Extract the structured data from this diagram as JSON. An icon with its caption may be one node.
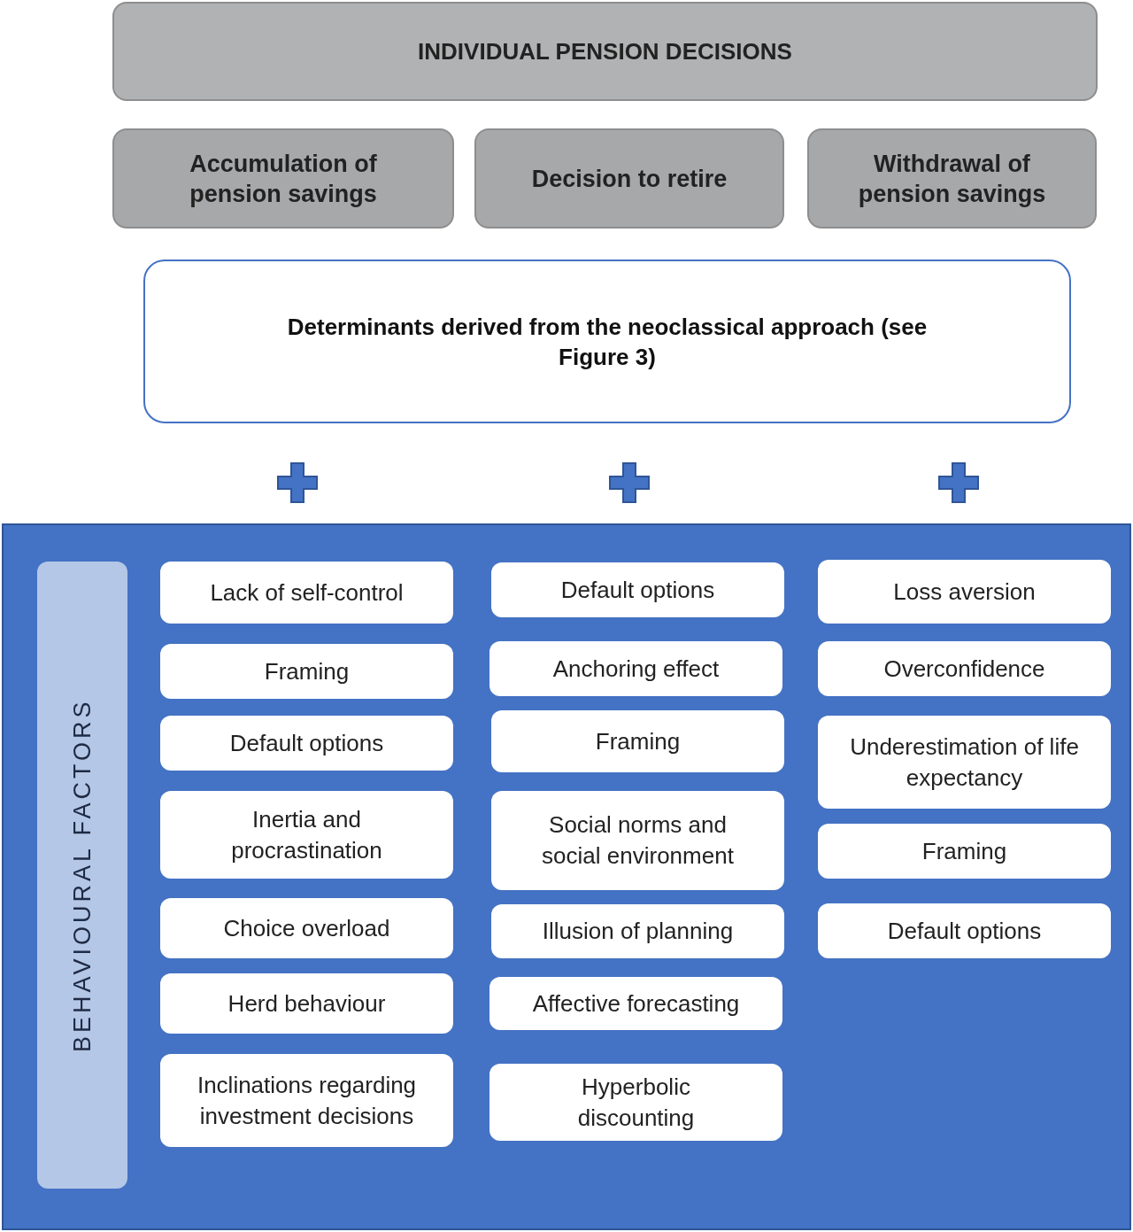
{
  "diagram": {
    "nodes": [
      {
        "text": [
          "INDIVIDUAL PENSION DECISIONS"
        ]
      },
      {
        "text": [
          "Accumulation of pension savings"
        ]
      },
      {
        "text": [
          "Decision to retire"
        ]
      },
      {
        "text": [
          "Withdrawal of pension savings"
        ]
      },
      {
        "text": [
          "Determinants derived from the neoclassical approach (see Figure 3)"
        ]
      },
      {
        "text": [],
        "shape": "box"
      },
      {
        "text": [
          "BEHAVIOURAL FACTORS"
        ],
        "in": 5
      },
      {
        "text": [
          "Lack of self-control"
        ],
        "in": 5
      },
      {
        "text": [
          "Framing"
        ],
        "in": 5
      },
      {
        "text": [
          "Default options"
        ],
        "in": 5
      },
      {
        "text": [
          "Inertia and procrastination"
        ],
        "in": 5
      },
      {
        "text": [
          "Choice overload"
        ],
        "in": 5
      },
      {
        "text": [
          "Herd behaviour"
        ],
        "in": 5
      },
      {
        "text": [
          "Inclinations regarding investment decisions"
        ],
        "in": 5
      },
      {
        "text": [
          "Default options"
        ],
        "in": 5
      },
      {
        "text": [
          "Anchoring effect"
        ],
        "in": 5
      },
      {
        "text": [
          "Framing"
        ],
        "in": 5
      },
      {
        "text": [
          "Social norms and social environment"
        ],
        "in": 5
      },
      {
        "text": [
          "Illusion of planning"
        ],
        "in": 5
      },
      {
        "text": [
          "Affective forecasting"
        ],
        "in": 5
      },
      {
        "text": [
          "Hyperbolic discounting"
        ],
        "in": 5
      },
      {
        "text": [
          "Loss aversion"
        ],
        "in": 5
      },
      {
        "text": [
          "Overconfidence"
        ],
        "in": 5
      },
      {
        "text": [
          "Underestimation of life expectancy"
        ],
        "in": 5
      },
      {
        "text": [
          "Framing"
        ],
        "in": 5
      },
      {
        "text": [
          "Default options"
        ],
        "in": 5
      }
    ],
    "edges": []
  }
}
